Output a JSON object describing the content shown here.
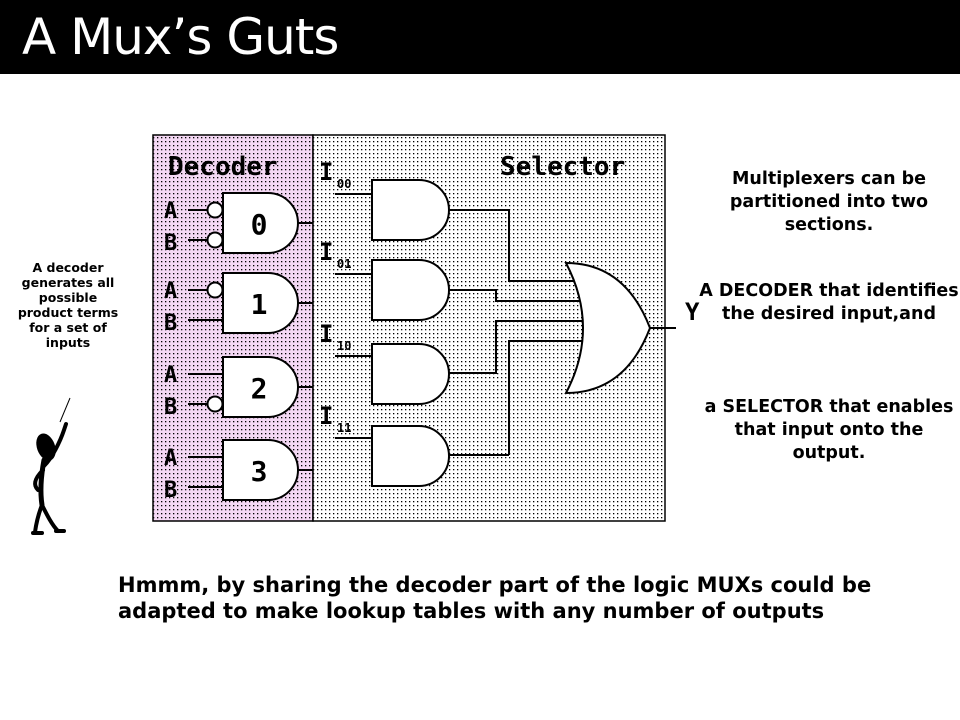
{
  "slide": {
    "title": "A Mux’s Guts",
    "side_note": "A decoder generates all possible product terms for a set of inputs",
    "right_text": {
      "p1": "Multiplexers can be partitioned into two sections.",
      "p2": "A DECODER that identifies the desired input,and",
      "p3": "a SELECTOR that enables that input onto the output."
    },
    "bottom_text": "Hmmm, by sharing the decoder part of the logic MUXs could be adapted to make lookup tables with any number of outputs"
  },
  "diagram": {
    "decoder_label": "Decoder",
    "selector_label": "Selector",
    "output_label": "Y",
    "decoder_gates": [
      {
        "number": "0",
        "input_a": "A",
        "input_b": "B",
        "invert_a": true,
        "invert_b": true
      },
      {
        "number": "1",
        "input_a": "A",
        "input_b": "B",
        "invert_a": true,
        "invert_b": false
      },
      {
        "number": "2",
        "input_a": "A",
        "input_b": "B",
        "invert_a": false,
        "invert_b": true
      },
      {
        "number": "3",
        "input_a": "A",
        "input_b": "B",
        "invert_a": false,
        "invert_b": false
      }
    ],
    "data_inputs": [
      {
        "letter": "I",
        "sub": "00"
      },
      {
        "letter": "I",
        "sub": "01"
      },
      {
        "letter": "I",
        "sub": "10"
      },
      {
        "letter": "I",
        "sub": "11"
      }
    ],
    "colors": {
      "decoder_fill": "#f4d8f4",
      "selector_fill": "#ffffff",
      "dot": "#000000",
      "title_bar": "#000000"
    }
  }
}
